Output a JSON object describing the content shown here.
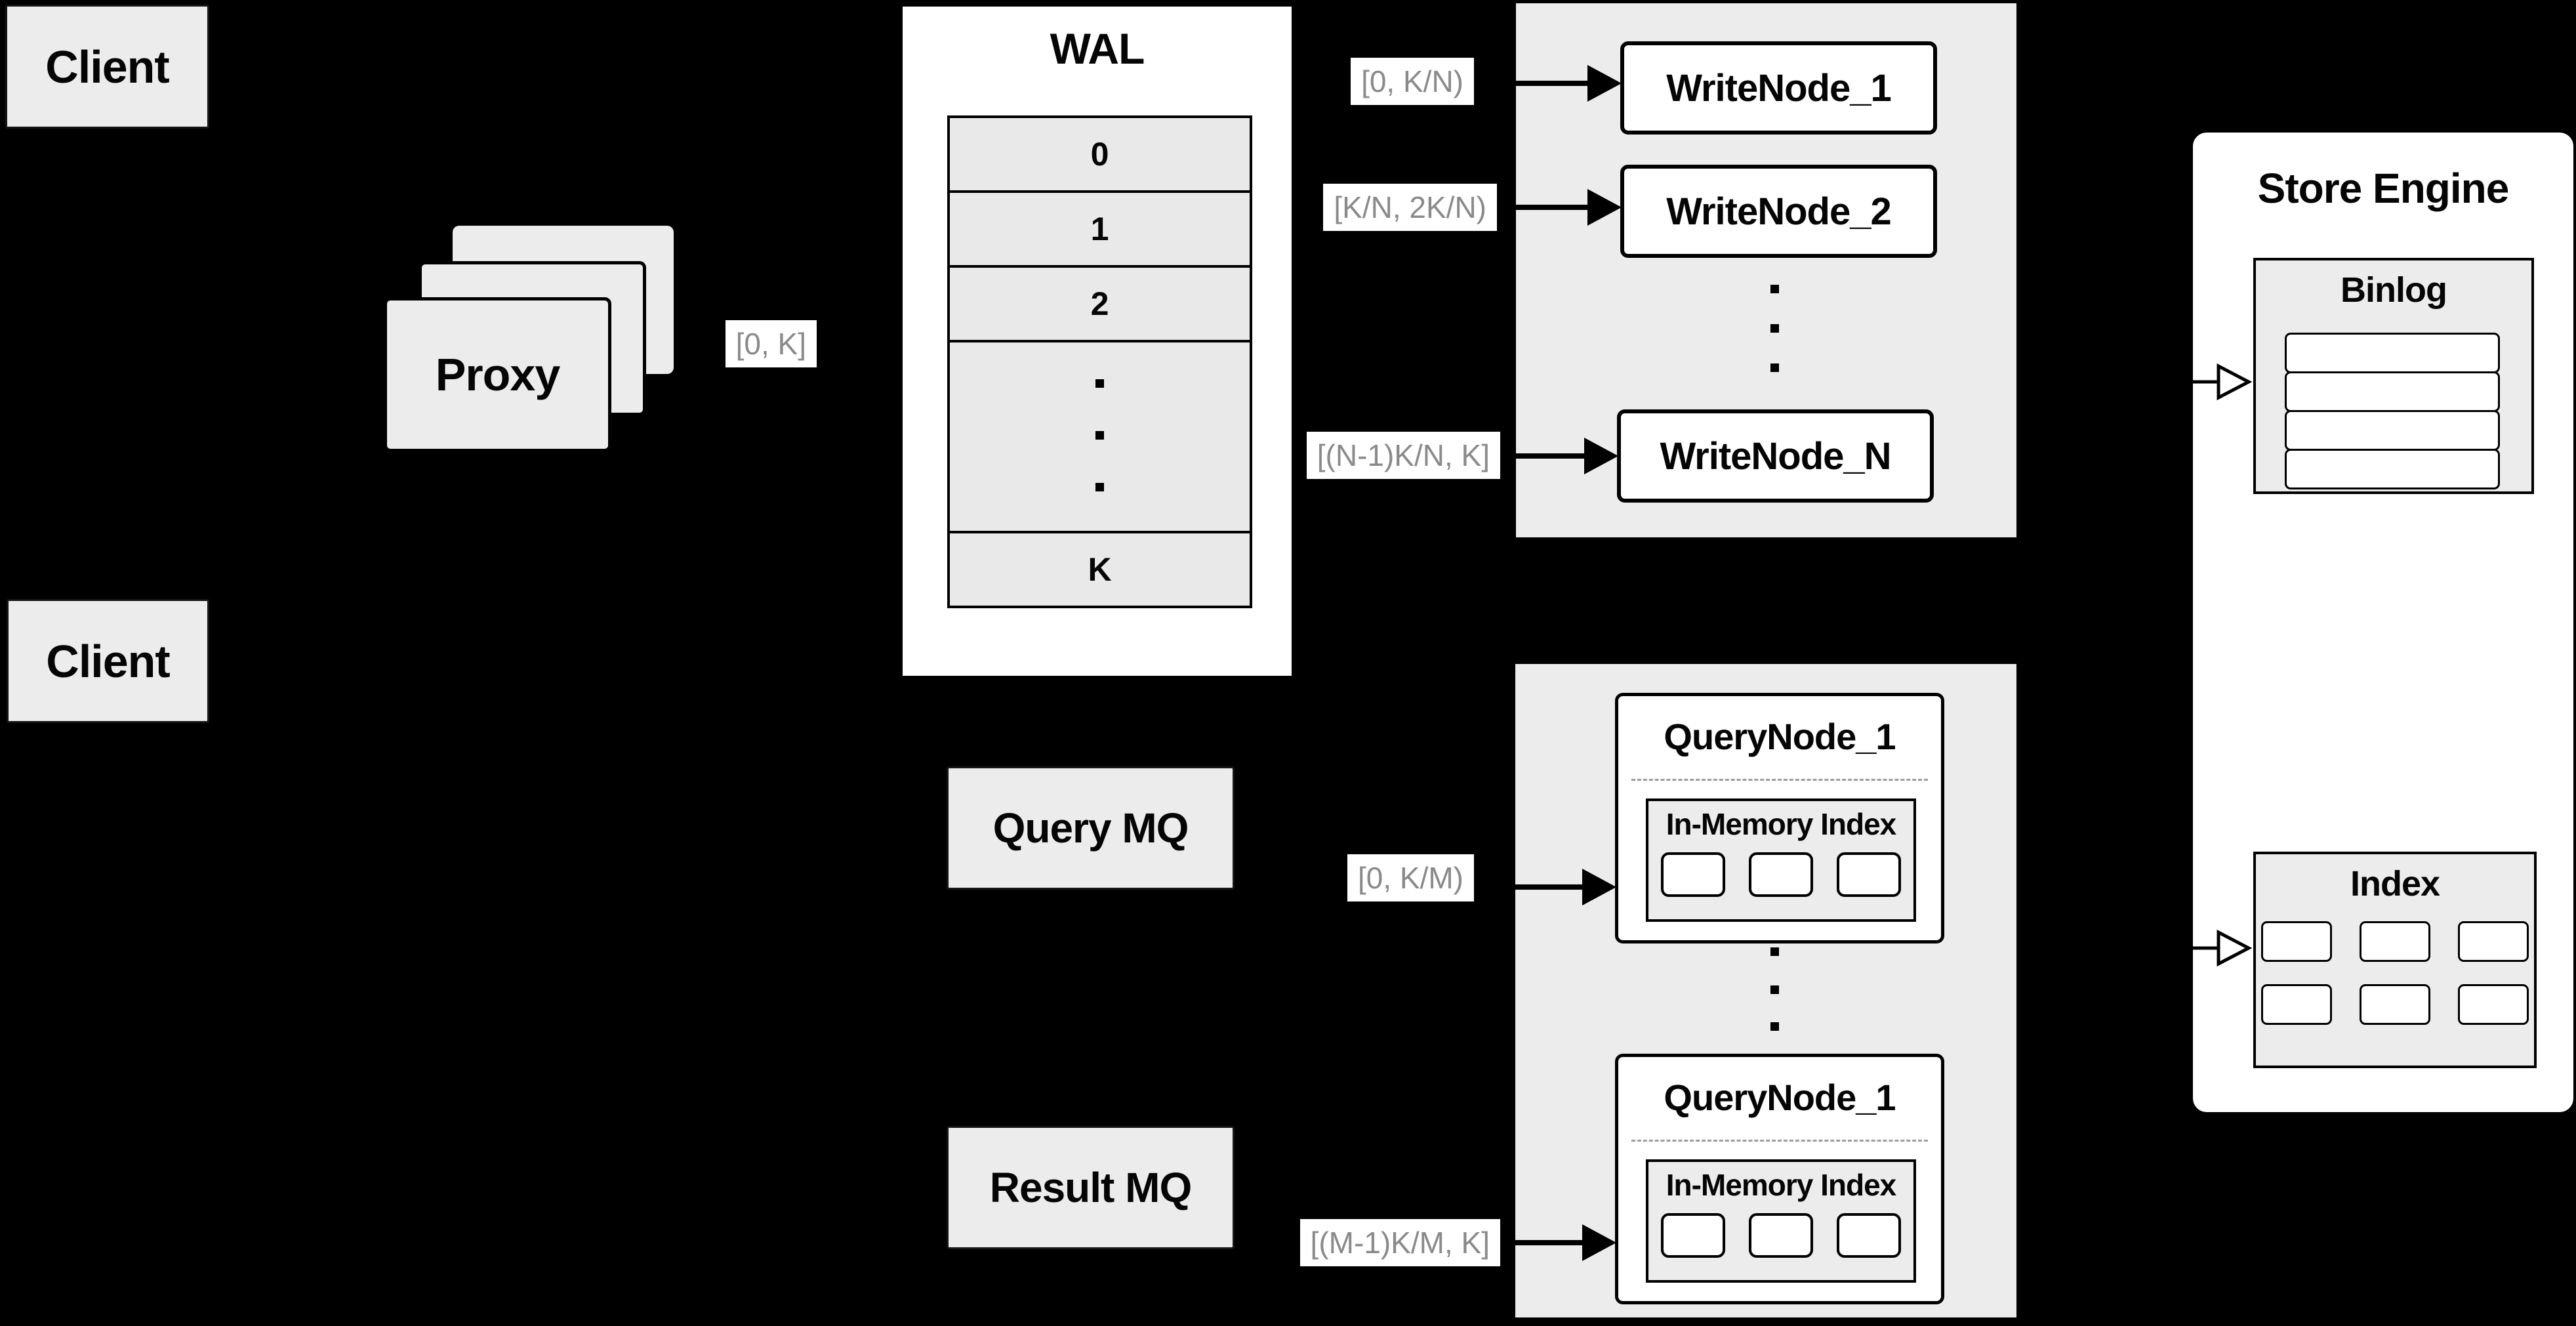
{
  "colors": {
    "background": "#000000",
    "panel_gray": "#ececec",
    "line_black": "#000000",
    "range_label_text": "#8a8a8a"
  },
  "clients": {
    "top": "Client",
    "bottom": "Client"
  },
  "proxy": {
    "label": "Proxy"
  },
  "ranges": {
    "full": "[0, K]",
    "write_1": "[0, K/N)",
    "write_2": "[K/N, 2K/N)",
    "write_n": "[(N-1)K/N, K]",
    "query_1": "[0, K/M)",
    "query_m": "[(M-1)K/M, K]"
  },
  "wal": {
    "title": "WAL",
    "rows": [
      "0",
      "1",
      "2"
    ],
    "last_row": "K"
  },
  "write_nodes": {
    "node_1": "WriteNode_1",
    "node_2": "WriteNode_2",
    "node_n": "WriteNode_N"
  },
  "query_nodes": {
    "node_top": "QueryNode_1",
    "node_bottom": "QueryNode_1",
    "in_memory_index": "In-Memory Index"
  },
  "mq": {
    "query": "Query MQ",
    "result": "Result MQ"
  },
  "store_engine": {
    "title": "Store Engine",
    "binlog": "Binlog",
    "index": "Index"
  }
}
